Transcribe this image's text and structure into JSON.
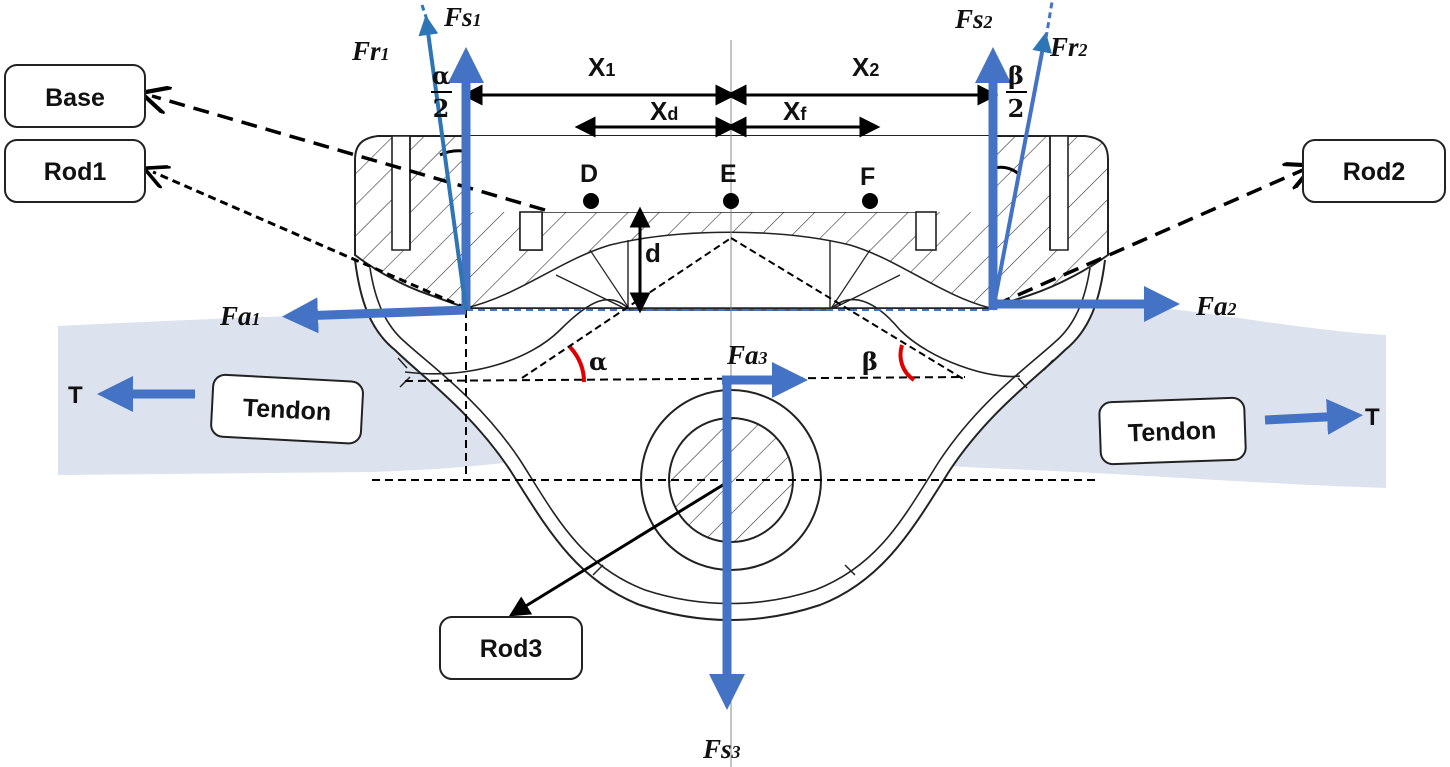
{
  "labels": {
    "base": "Base",
    "rod1": "Rod1",
    "rod2": "Rod2",
    "rod3": "Rod3",
    "tendon_left": "Tendon",
    "tendon_right": "Tendon",
    "t_left": "T",
    "t_right": "T"
  },
  "forces": {
    "fs1": "Fs",
    "fs1_sub": "1",
    "fs2": "Fs",
    "fs2_sub": "2",
    "fs3": "Fs",
    "fs3_sub": "3",
    "fr1": "Fr",
    "fr1_sub": "1",
    "fr2": "Fr",
    "fr2_sub": "2",
    "fa1": "Fa",
    "fa1_sub": "1",
    "fa2": "Fa",
    "fa2_sub": "2",
    "fa3": "Fa",
    "fa3_sub": "3"
  },
  "dimensions": {
    "x1": "X",
    "x1_sub": "1",
    "x2": "X",
    "x2_sub": "2",
    "xd": "X",
    "xd_sub": "d",
    "xf": "X",
    "xf_sub": "f",
    "d": "d"
  },
  "angles": {
    "alpha": "α",
    "beta": "β",
    "half_alpha_num": "α",
    "half_alpha_den": "2",
    "half_beta_num": "β",
    "half_beta_den": "2"
  },
  "points": {
    "d": "D",
    "e": "E",
    "f": "F"
  },
  "colors": {
    "force_arrow": "#4472C4",
    "tendon_band": "#DCE3EE",
    "angle_arc": "#E00000",
    "outline": "#222222"
  }
}
